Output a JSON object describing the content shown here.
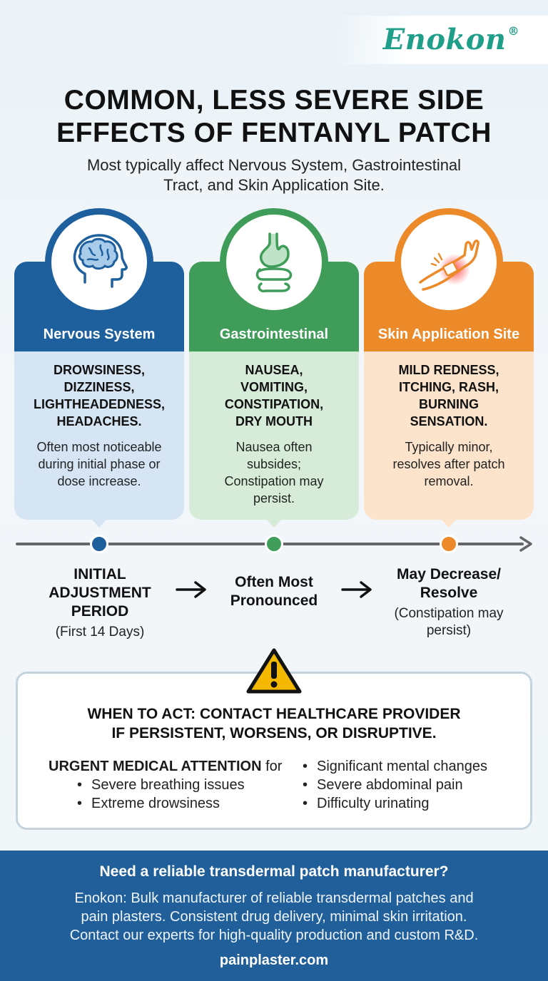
{
  "brand": {
    "name": "Enokon",
    "reg": "®"
  },
  "title": {
    "line1": "COMMON, LESS SEVERE SIDE",
    "line2": "EFFECTS OF FENTANYL PATCH"
  },
  "subtitle": {
    "line1": "Most typically affect Nervous System, Gastrointestinal",
    "line2": "Tract, and Skin Application Site."
  },
  "categories": [
    {
      "name": "Nervous System",
      "icon": "brain-head-icon",
      "color": "#1e5f9e",
      "effects": [
        "DROWSINESS,",
        "DIZZINESS,",
        "LIGHTHEADEDNESS,",
        "HEADACHES."
      ],
      "note": [
        "Often most noticeable",
        "during initial phase or",
        "dose increase."
      ]
    },
    {
      "name": "Gastrointestinal",
      "icon": "stomach-intestine-icon",
      "color": "#3f9c59",
      "effects": [
        "NAUSEA,",
        "VOMITING,",
        "CONSTIPATION,",
        "DRY MOUTH"
      ],
      "note": [
        "Nausea often",
        "subsides;",
        "Constipation may",
        "persist."
      ]
    },
    {
      "name": "Skin Application Site",
      "icon": "arm-patch-icon",
      "color": "#ec8a2a",
      "effects": [
        "MILD REDNESS,",
        "ITCHING, RASH,",
        "BURNING",
        "SENSATION."
      ],
      "note": [
        "Typically minor,",
        "resolves after patch",
        "removal."
      ]
    }
  ],
  "timeline": [
    {
      "big": [
        "INITIAL",
        "ADJUSTMENT",
        "PERIOD"
      ],
      "small": [
        "(First 14 Days)"
      ]
    },
    {
      "big": [
        "Often Most",
        "Pronounced"
      ],
      "small": []
    },
    {
      "big": [
        "May Decrease/",
        "Resolve"
      ],
      "small": [
        "(Constipation may",
        "persist)"
      ]
    }
  ],
  "warning": {
    "title_line1": "WHEN TO ACT: CONTACT HEALTHCARE PROVIDER",
    "title_line2": "IF PERSISTENT, WORSENS, OR DISRUPTIVE.",
    "urgent_label": "URGENT MEDICAL ATTENTION",
    "urgent_suffix": " for",
    "left_items": [
      "Severe breathing issues",
      "Extreme drowsiness"
    ],
    "right_items": [
      "Significant mental changes",
      "Severe abdominal pain",
      "Difficulty urinating"
    ]
  },
  "footer": {
    "title": "Need a reliable transdermal patch manufacturer?",
    "body_line1": "Enokon: Bulk manufacturer of reliable transdermal patches and",
    "body_line2": "pain plasters. Consistent drug delivery, minimal skin irritation.",
    "body_line3": "Contact our experts for high-quality production and custom R&D.",
    "url": "painplaster.com"
  }
}
